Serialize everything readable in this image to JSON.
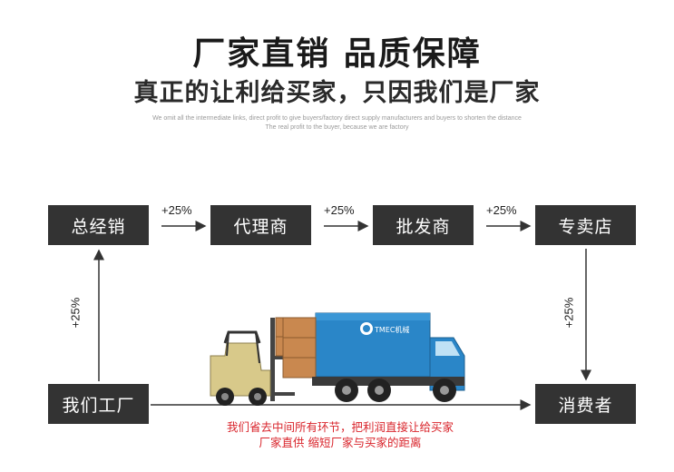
{
  "headline": "厂家直销  品质保障",
  "subheadline": "真正的让利给买家，只因我们是厂家",
  "tagline_line1": "We omit all the intermediate links, direct profit to give buyers/factory direct supply manufacturers and buyers to shorten the distance",
  "tagline_line2": "The real profit to the buyer, because we are factory",
  "nodes": {
    "distributor": "总经销",
    "agent": "代理商",
    "wholesaler": "批发商",
    "store": "专卖店",
    "factory": "我们工厂",
    "consumer": "消费者"
  },
  "markups": {
    "m1": "+25%",
    "m2": "+25%",
    "m3": "+25%",
    "up": "+25%",
    "down": "+25%"
  },
  "note_line1": "我们省去中间所有环节，把利润直接让给买家",
  "note_line2": "厂家直供 缩短厂家与买家的距离",
  "truck_logo": "TMEC机械",
  "colors": {
    "box_bg": "#333333",
    "note_red": "#d9252c",
    "truck_blue": "#2a86c8",
    "forklift_yellow": "#d8c98a"
  }
}
